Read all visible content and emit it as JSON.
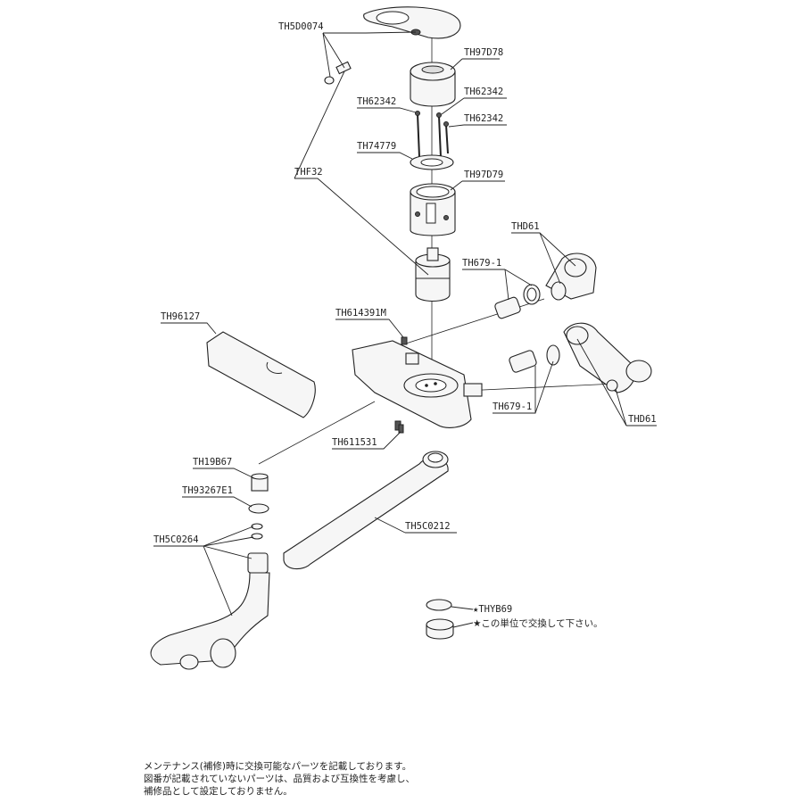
{
  "labels": {
    "TH5D0074": "TH5D0074",
    "TH97D78": "TH97D78",
    "TH62342_a": "TH62342",
    "TH62342_b": "TH62342",
    "TH62342_c": "TH62342",
    "TH74779": "TH74779",
    "THF32": "THF32",
    "TH97D79": "TH97D79",
    "THD61_a": "THD61",
    "TH679_1_a": "TH679-1",
    "TH614391M": "TH614391M",
    "TH96127": "TH96127",
    "TH679_1_b": "TH679-1",
    "THD61_b": "THD61",
    "TH611531": "TH611531",
    "TH19B67": "TH19B67",
    "TH93267E1": "TH93267E1",
    "TH5C0264": "TH5C0264",
    "TH5C0212": "TH5C0212",
    "THYB69": "★THYB69",
    "unit_note": "★この単位で交換して下さい。"
  },
  "footer": {
    "line1": "メンテナンス(補修)時に交換可能なパーツを記載しております。",
    "line2": "図番が記載されていないパーツは、品質および互換性を考慮し、",
    "line3": "補修品として設定しておりません。"
  }
}
